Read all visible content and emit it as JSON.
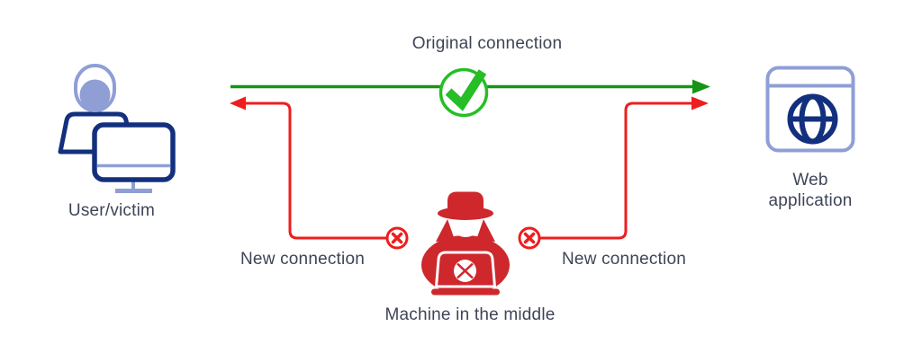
{
  "diagram": {
    "labels": {
      "original_connection": "Original connection",
      "user_victim": "User/victim",
      "web_line1": "Web",
      "web_line2": "application",
      "new_connection_left": "New connection",
      "new_connection_right": "New connection",
      "machine_in_the_middle": "Machine in the middle"
    },
    "icons": [
      "user-victim-icon",
      "web-application-icon",
      "check-icon",
      "blocked-icon-left",
      "blocked-icon-right",
      "hacker-icon"
    ],
    "colors": {
      "green_line": "#169416",
      "check_green": "#26be26",
      "red": "#ef1d1d",
      "hacker_red": "#ce272c",
      "navy": "#13307e",
      "periwinkle": "#8f9fd5",
      "text": "#3e4557",
      "bg": "#ffffff"
    }
  }
}
